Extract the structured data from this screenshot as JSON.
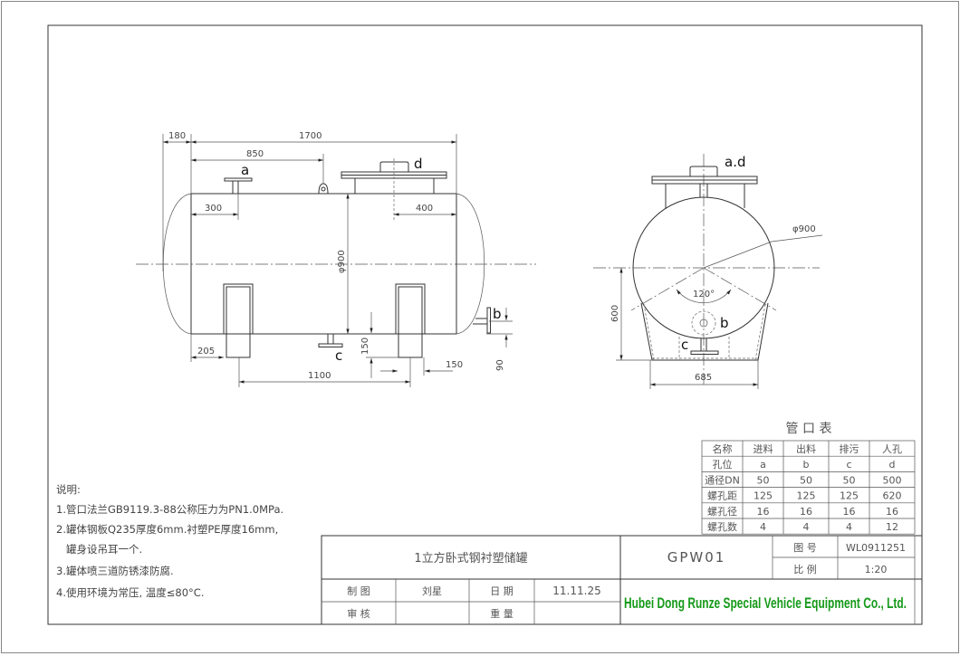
{
  "side_view": {
    "dims": {
      "d180": "180",
      "d1700": "1700",
      "d850": "850",
      "d300": "300",
      "d400": "400",
      "d900": "φ900",
      "d205": "205",
      "d1100": "1100",
      "d150v": "150",
      "d150h": "150",
      "d90": "90"
    },
    "labels": {
      "a": "a",
      "b": "b",
      "c": "c",
      "d": "d"
    }
  },
  "end_view": {
    "dims": {
      "d900": "φ900",
      "d600": "600",
      "d685": "685",
      "angle": "120°"
    },
    "labels": {
      "ad": "a.d",
      "b": "b",
      "c": "c"
    }
  },
  "nozzle_table": {
    "title": "管 口 表",
    "rows": [
      [
        "名称",
        "进料",
        "出料",
        "排污",
        "人孔"
      ],
      [
        "孔位",
        "a",
        "b",
        "c",
        "d"
      ],
      [
        "通径DN",
        "50",
        "50",
        "50",
        "500"
      ],
      [
        "螺孔距",
        "125",
        "125",
        "125",
        "620"
      ],
      [
        "螺孔径",
        "16",
        "16",
        "16",
        "16"
      ],
      [
        "螺孔数",
        "4",
        "4",
        "4",
        "12"
      ]
    ]
  },
  "notes": {
    "heading": "说明:",
    "lines": [
      "1.管口法兰GB9119.3-88公称压力为PN1.0MPa.",
      "2.罐体钢板Q235厚度6mm.衬塑PE厚度16mm,",
      "   罐身设吊耳一个.",
      "3.罐体喷三道防锈漆防腐.",
      "4.使用环境为常压, 温度≤80°C."
    ]
  },
  "title_block": {
    "name": "1立方卧式钢衬塑储罐",
    "code": "GPW01",
    "drawing_no_label": "图 号",
    "drawing_no": "WL0911251",
    "scale_label": "比 例",
    "scale": "1:20",
    "drawn_label": "制 图",
    "drawn_by": "刘星",
    "date_label": "日 期",
    "date": "11.11.25",
    "review_label": "审 核",
    "weight_label": "重 量",
    "company": "Hubei Dong Runze Special Vehicle Equipment Co., Ltd.",
    "company_color": "#169a1a"
  }
}
